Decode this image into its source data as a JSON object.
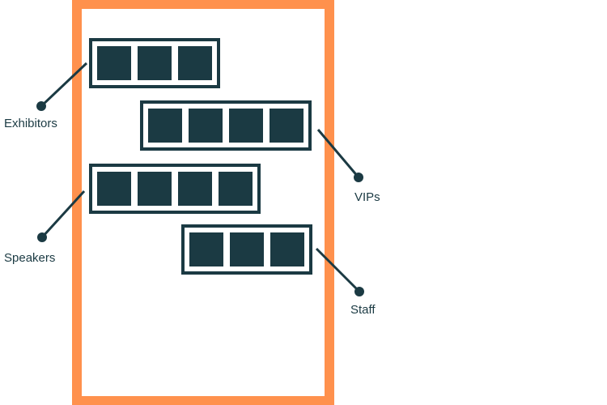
{
  "colors": {
    "frame": "#ff914d",
    "background": "#ffffff",
    "block": "#1b3a43",
    "connector": "#1b3a43",
    "label": "#1b3a43"
  },
  "groups": [
    {
      "id": "exhibitors",
      "label": "Exhibitors",
      "cells": 3
    },
    {
      "id": "vips",
      "label": "VIPs",
      "cells": 4
    },
    {
      "id": "speakers",
      "label": "Speakers",
      "cells": 4
    },
    {
      "id": "staff",
      "label": "Staff",
      "cells": 3
    }
  ]
}
